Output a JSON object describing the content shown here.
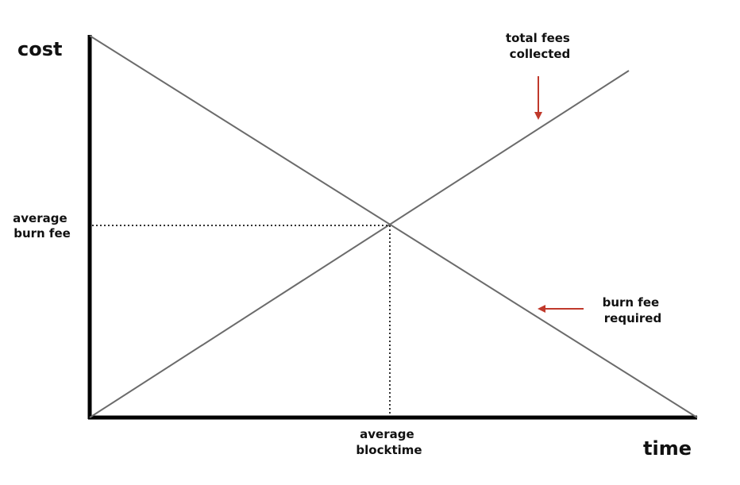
{
  "diagram": {
    "axes": {
      "y_label": "cost",
      "x_label": "time"
    },
    "markers": {
      "y_marker": [
        "average",
        "burn fee"
      ],
      "x_marker": [
        "average",
        "blocktime"
      ]
    },
    "lines": [
      {
        "id": "total-fees-collected",
        "label": [
          "total fees",
          "collected"
        ],
        "direction": "increasing"
      },
      {
        "id": "burn-fee-required",
        "label": [
          "burn fee",
          "required"
        ],
        "direction": "decreasing"
      }
    ],
    "colors": {
      "axis": "#000000",
      "line": "#6b6b6b",
      "guide": "#333333",
      "arrow": "#c0392b",
      "text": "#111111"
    }
  }
}
